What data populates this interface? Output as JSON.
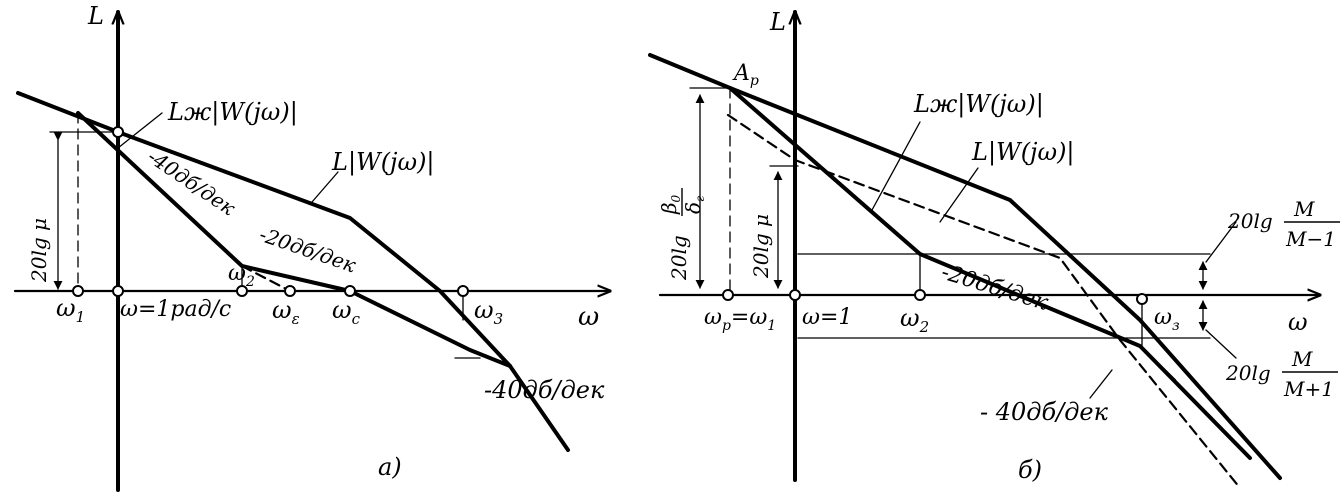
{
  "colors": {
    "ink": "#000000",
    "paper": "#ffffff"
  },
  "panel_a": {
    "caption": "а)",
    "y_axis": "L",
    "x_axis": "ω",
    "curves": {
      "actual": "L|W(jω)|",
      "desired": "Lж|W(jω)|"
    },
    "slopes": {
      "s1": "-40дб/дек",
      "s2": "-20дб/дек",
      "s3": "-40дб/дек"
    },
    "y_dim": "20lg μ",
    "ticks": {
      "w1": "ω",
      "w1_sub": "1",
      "w_unit": "ω=1рад/с",
      "w2": "ω",
      "w2_sub": "2",
      "we": "ω",
      "we_sub": "ε",
      "wc": "ω",
      "wc_sub": "c",
      "w3": "ω",
      "w3_sub": "3"
    }
  },
  "panel_b": {
    "caption": "б)",
    "y_axis": "L",
    "x_axis": "ω",
    "point": "A",
    "point_sub": "р",
    "curves": {
      "desired": "Lж|W(jω)|",
      "actual": "L|W(jω)|"
    },
    "slopes": {
      "s1": "-20дб/дек",
      "s2": "- 40дб/дек"
    },
    "dims": {
      "beta_prefix": "20lg",
      "beta_num": "β",
      "beta_num_sub": "0",
      "beta_den": "δ",
      "beta_den_sub": "г",
      "mu": "20lg μ",
      "m_minus_prefix": "20lg",
      "m_minus_num": "M",
      "m_minus_den": "M−1",
      "m_plus_prefix": "20lg",
      "m_plus_num": "M",
      "m_plus_den": "M+1"
    },
    "ticks": {
      "wp": "ω",
      "wp_sub": "р",
      "wp_eq": "=ω",
      "wp_eq_sub": "1",
      "w_unit": "ω=1",
      "w2": "ω",
      "w2_sub": "2",
      "w3": "ω",
      "w3_sub": "з"
    }
  }
}
